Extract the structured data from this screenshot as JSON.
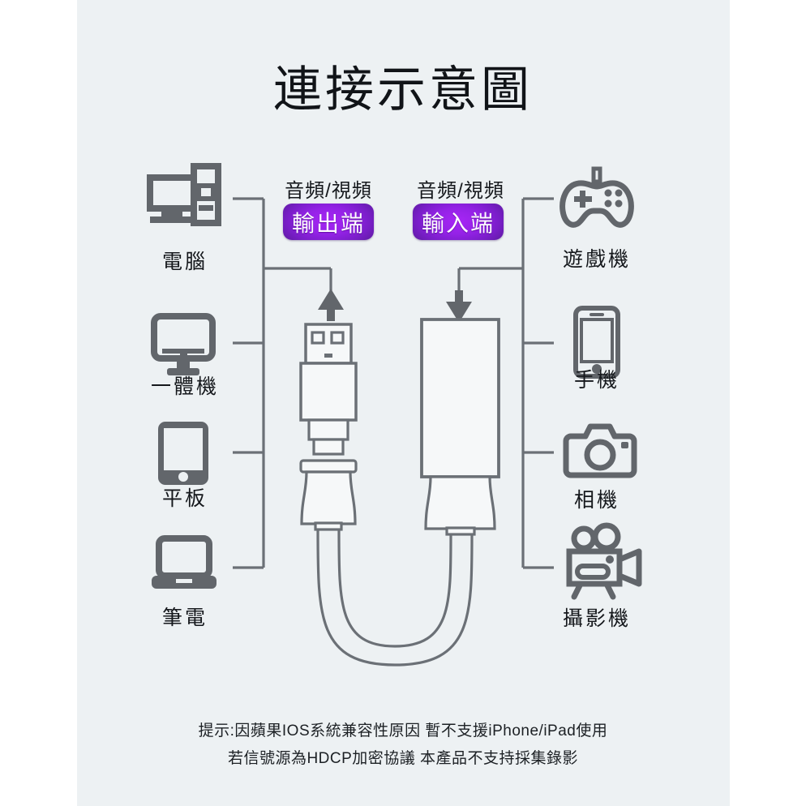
{
  "page": {
    "title": "連接示意圖",
    "background_color": "#edf1f3",
    "outer_color": "#ffffff"
  },
  "ports": {
    "output": {
      "caption": "音頻/視頻",
      "badge_label": "輸出端",
      "badge_color": "#9422e6",
      "arrow": "arrow-up"
    },
    "input": {
      "caption": "音頻/視頻",
      "badge_label": "輸入端",
      "badge_color": "#9422e6",
      "arrow": "arrow-down"
    }
  },
  "source_devices": [
    {
      "label": "電腦",
      "icon": "desktop-computer-icon"
    },
    {
      "label": "一體機",
      "icon": "all-in-one-monitor-icon"
    },
    {
      "label": "平板",
      "icon": "tablet-icon"
    },
    {
      "label": "筆電",
      "icon": "laptop-icon"
    }
  ],
  "target_devices": [
    {
      "label": "遊戲機",
      "icon": "gamepad-icon"
    },
    {
      "label": "手機",
      "icon": "smartphone-icon"
    },
    {
      "label": "相機",
      "icon": "camera-icon"
    },
    {
      "label": "攝影機",
      "icon": "camcorder-icon"
    }
  ],
  "cable": {
    "left_connector": "usb-a-connector",
    "right_connector": "hdmi-capture-box"
  },
  "notes": [
    "提示:因蘋果IOS系統兼容性原因 暫不支援iPhone/iPad使用",
    "若信號源為HDCP加密協議 本產品不支持採集錄影"
  ]
}
